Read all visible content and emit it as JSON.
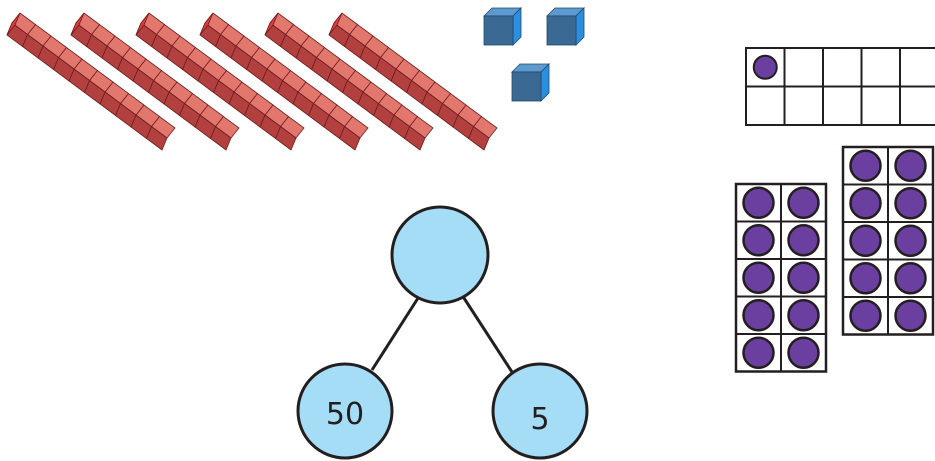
{
  "colors": {
    "rod_face": "#b2403f",
    "rod_top": "#e2776e",
    "rod_end": "#e03a3a",
    "rod_edge": "#6e1d1d",
    "cube_front": "#3a6a94",
    "cube_top": "#5c9ad0",
    "cube_side": "#2a8fe0",
    "counter_fill": "#6b3fa0",
    "grid_line": "#231f20",
    "node_fill": "#a5dcf6",
    "node_stroke": "#231f20"
  },
  "base_ten": {
    "tens_rods": 6,
    "ones_cubes": 3
  },
  "ten_frames": {
    "horizontal_frame": {
      "counters": 1
    },
    "vertical_frames": [
      {
        "counters": 10
      },
      {
        "counters": 10
      }
    ]
  },
  "part_whole": {
    "whole": "",
    "parts": [
      "50",
      "5"
    ]
  }
}
